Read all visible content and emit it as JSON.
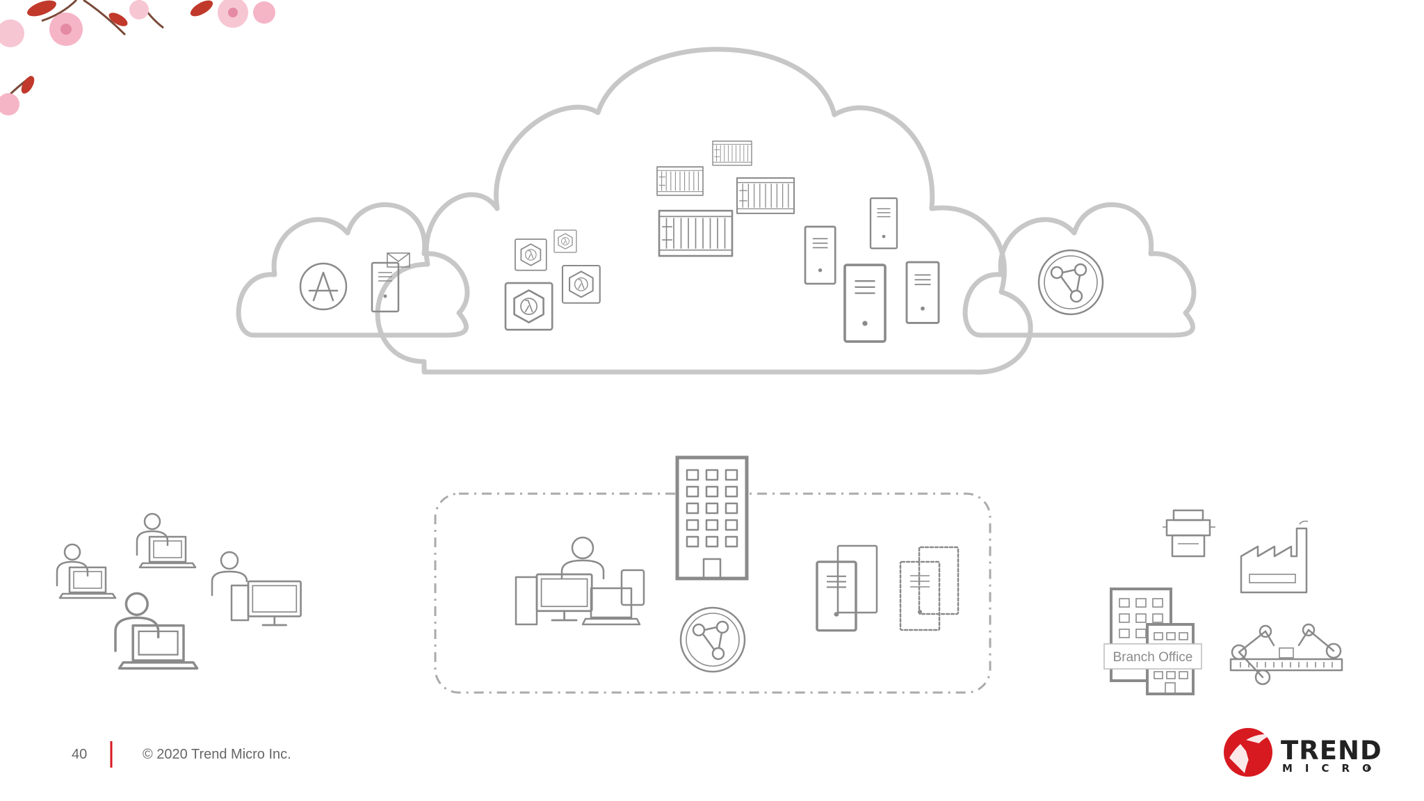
{
  "footer": {
    "page_number": "40",
    "copyright": "© 2020 Trend Micro Inc."
  },
  "branch": {
    "label": "Branch Office"
  },
  "logo": {
    "word1": "TREND",
    "word2": "MICRO",
    "trademark": "®"
  },
  "colors": {
    "accent": "#d71920",
    "icon_stroke": "#8a8a8a",
    "cloud_stroke": "#c7c7c7",
    "petal": "#f5b5c6",
    "leaf": "#c0392b"
  }
}
